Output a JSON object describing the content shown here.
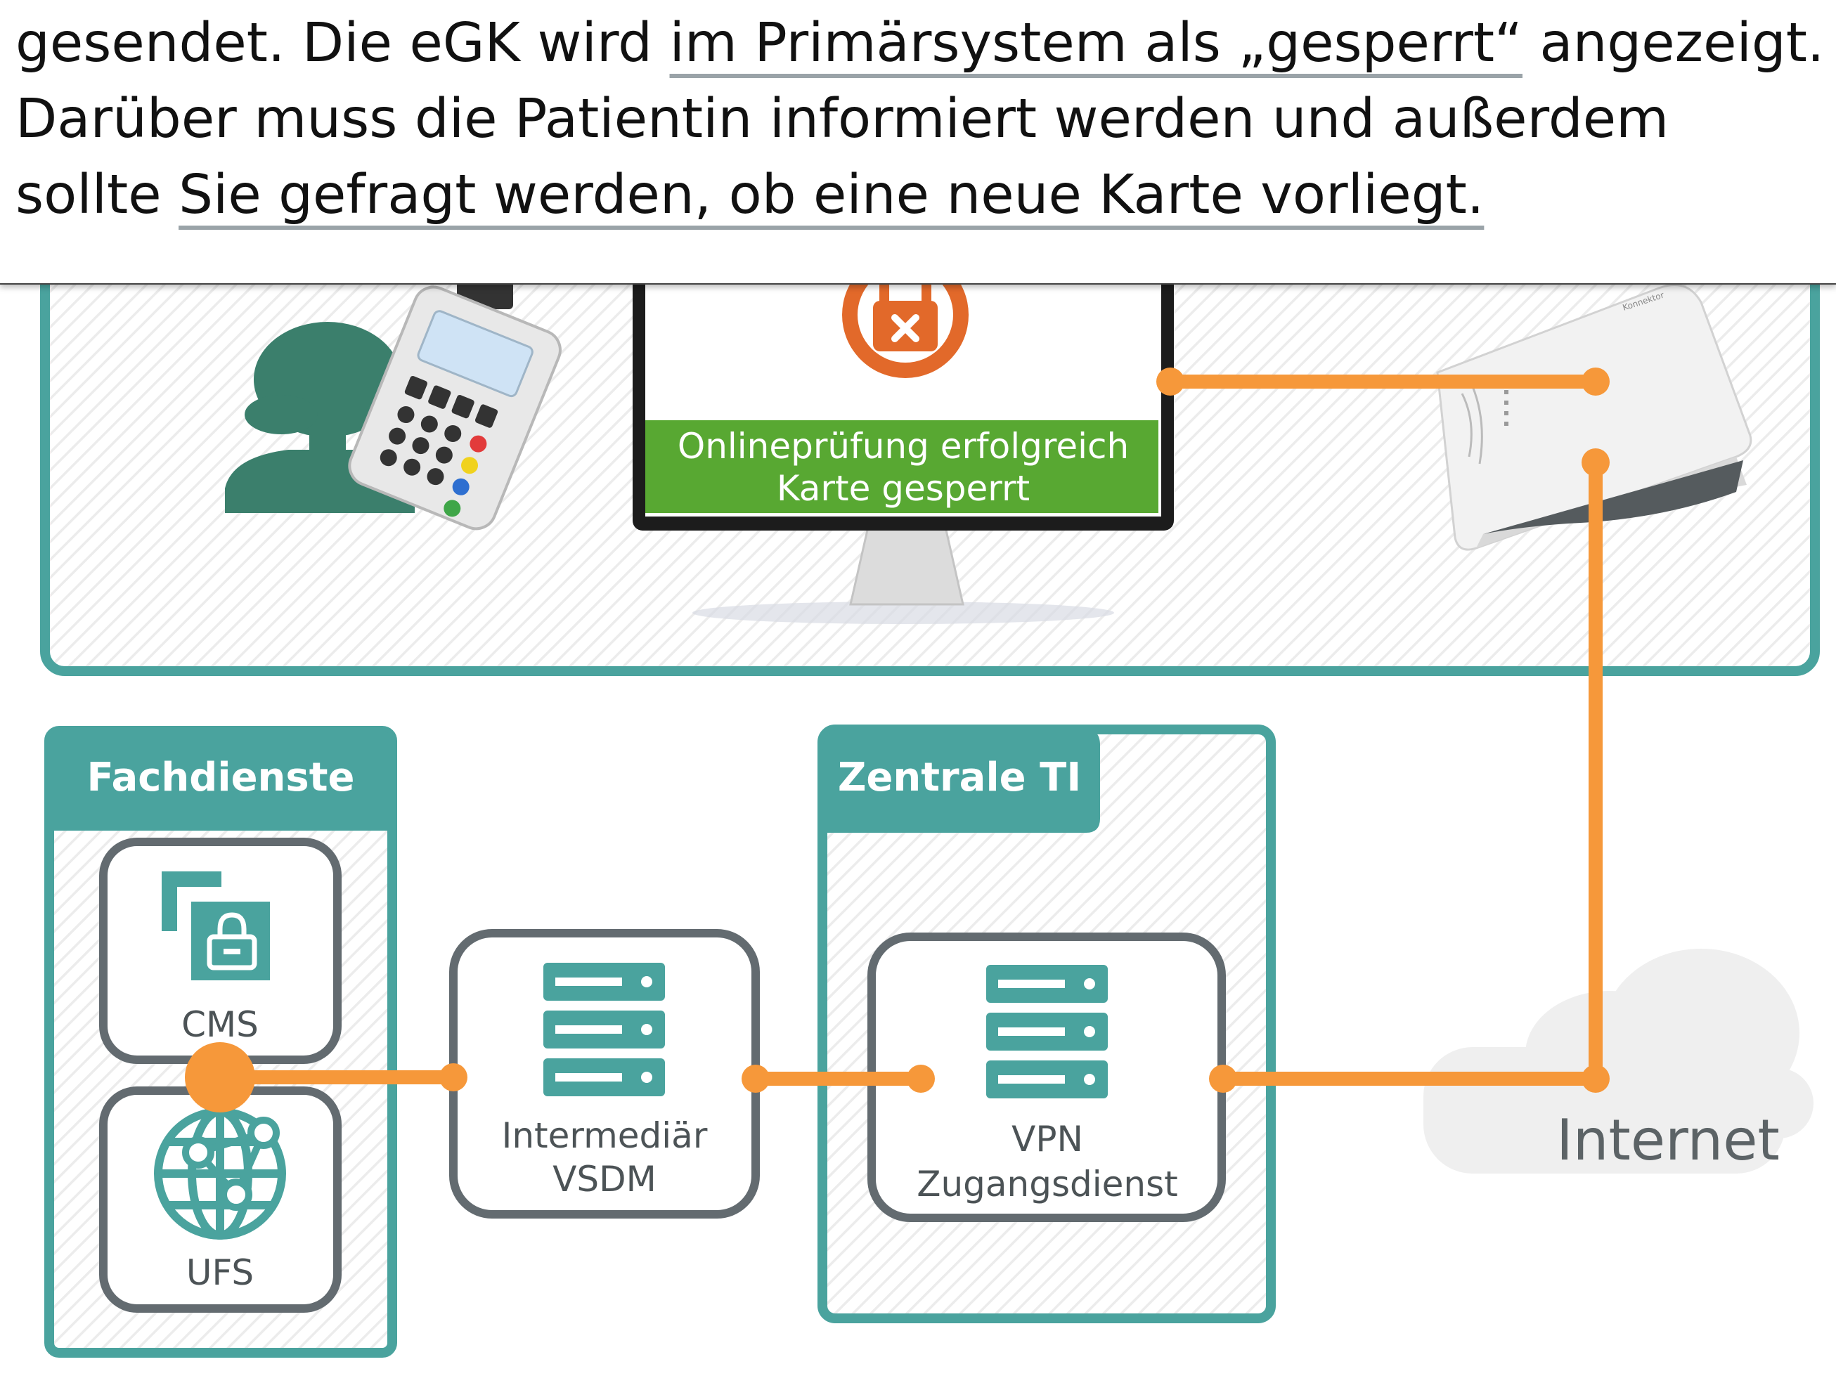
{
  "caption": {
    "line1_a": "gesendet. Die eGK wird ",
    "line1_ul": "im Primärsystem als „gesperrt“",
    "line1_b": " angezeigt.",
    "line2": "Darüber muss die Patientin informiert werden und außerdem",
    "line3_a": "sollte ",
    "line3_ul": "Sie gefragt werden, ob eine neue Karte vorliegt."
  },
  "monitor": {
    "status_line1": "Onlineprüfung erfolgreich",
    "status_line2": "Karte gesperrt"
  },
  "connector_label": "Konnektor",
  "fachdienste": {
    "title": "Fachdienste",
    "cms_label": "CMS",
    "ufs_label": "UFS"
  },
  "intermediaer": {
    "line1": "Intermediär",
    "line2": "VSDM"
  },
  "zentrale": {
    "title": "Zentrale TI",
    "vpn_line1": "VPN",
    "vpn_line2": "Zugangsdienst"
  },
  "internet_label": "Internet",
  "colors": {
    "teal": "#4aa39e",
    "dark_teal": "#3b7f6c",
    "orange": "#f6983a",
    "gray_border": "#636b70",
    "green": "#58a832",
    "lock_orange": "#e2692a"
  },
  "icons": [
    "person-icon",
    "card-terminal-icon",
    "lock-icon",
    "connector-device-icon",
    "folder-lock-icon",
    "globe-network-icon",
    "server-icon",
    "cloud-icon"
  ]
}
